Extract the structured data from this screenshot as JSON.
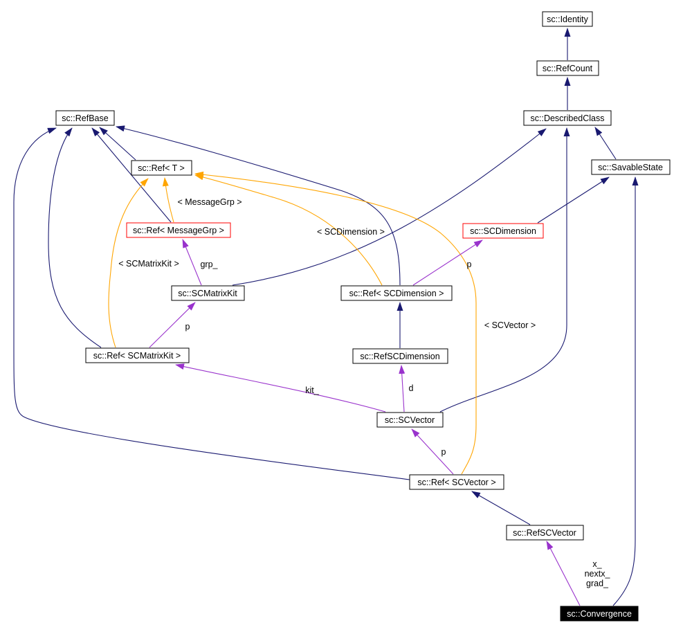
{
  "diagram": {
    "kind": "class-collaboration-graph",
    "focus_class": "sc::Convergence",
    "colors": {
      "inheritance_edge": "#191970",
      "usage_edge": "#9932cc",
      "template_instantiation_edge": "#ffa500",
      "node_border": "#000000",
      "truncated_node_border": "#ff0000",
      "focus_node_fill": "#000000",
      "focus_node_text": "#ffffff",
      "background": "#ffffff"
    },
    "nodes": {
      "refbase": {
        "label": "sc::RefBase",
        "style": "normal"
      },
      "identity": {
        "label": "sc::Identity",
        "style": "normal"
      },
      "refcount": {
        "label": "sc::RefCount",
        "style": "normal"
      },
      "describedclass": {
        "label": "sc::DescribedClass",
        "style": "normal"
      },
      "savablestate": {
        "label": "sc::SavableState",
        "style": "normal"
      },
      "ref_t": {
        "label": "sc::Ref< T >",
        "style": "normal"
      },
      "ref_messagegrp": {
        "label": "sc::Ref< MessageGrp >",
        "style": "truncated"
      },
      "scdimension": {
        "label": "sc::SCDimension",
        "style": "truncated"
      },
      "scmatrixkit": {
        "label": "sc::SCMatrixKit",
        "style": "normal"
      },
      "ref_scdimension": {
        "label": "sc::Ref< SCDimension >",
        "style": "normal"
      },
      "ref_scmatrixkit": {
        "label": "sc::Ref< SCMatrixKit >",
        "style": "normal"
      },
      "refscdimension": {
        "label": "sc::RefSCDimension",
        "style": "normal"
      },
      "scvector": {
        "label": "sc::SCVector",
        "style": "normal"
      },
      "ref_scvector": {
        "label": "sc::Ref< SCVector >",
        "style": "normal"
      },
      "refscvector": {
        "label": "sc::RefSCVector",
        "style": "normal"
      },
      "convergence": {
        "label": "sc::Convergence",
        "style": "focus"
      }
    },
    "edge_labels": {
      "template_messagegrp": "< MessageGrp >",
      "template_scdimension": "< SCDimension >",
      "template_scmatrixkit": "< SCMatrixKit >",
      "template_scvector": "< SCVector >",
      "grp": "grp_",
      "p": "p",
      "kit": "kit_",
      "d": "d",
      "member_lines": [
        "x_",
        "nextx_",
        "grad_"
      ]
    },
    "edges": [
      {
        "from": "sc::RefCount",
        "to": "sc::Identity",
        "type": "inheritance"
      },
      {
        "from": "sc::DescribedClass",
        "to": "sc::RefCount",
        "type": "inheritance"
      },
      {
        "from": "sc::SavableState",
        "to": "sc::DescribedClass",
        "type": "inheritance"
      },
      {
        "from": "sc::SCDimension",
        "to": "sc::SavableState",
        "type": "inheritance"
      },
      {
        "from": "sc::Convergence",
        "to": "sc::SavableState",
        "type": "inheritance"
      },
      {
        "from": "sc::SCVector",
        "to": "sc::DescribedClass",
        "type": "inheritance"
      },
      {
        "from": "sc::SCMatrixKit",
        "to": "sc::DescribedClass",
        "type": "inheritance"
      },
      {
        "from": "sc::Ref< T >",
        "to": "sc::RefBase",
        "type": "inheritance"
      },
      {
        "from": "sc::Ref< MessageGrp >",
        "to": "sc::RefBase",
        "type": "inheritance"
      },
      {
        "from": "sc::Ref< SCMatrixKit >",
        "to": "sc::RefBase",
        "type": "inheritance"
      },
      {
        "from": "sc::Ref< SCDimension >",
        "to": "sc::RefBase",
        "type": "inheritance"
      },
      {
        "from": "sc::Ref< SCVector >",
        "to": "sc::RefBase",
        "type": "inheritance"
      },
      {
        "from": "sc::RefSCDimension",
        "to": "sc::Ref< SCDimension >",
        "type": "inheritance"
      },
      {
        "from": "sc::RefSCVector",
        "to": "sc::Ref< SCVector >",
        "type": "inheritance"
      },
      {
        "from": "sc::Ref< MessageGrp >",
        "to": "sc::Ref< T >",
        "type": "template-instantiation",
        "label": "< MessageGrp >"
      },
      {
        "from": "sc::Ref< SCMatrixKit >",
        "to": "sc::Ref< T >",
        "type": "template-instantiation",
        "label": "< SCMatrixKit >"
      },
      {
        "from": "sc::Ref< SCDimension >",
        "to": "sc::Ref< T >",
        "type": "template-instantiation",
        "label": "< SCDimension >"
      },
      {
        "from": "sc::Ref< SCVector >",
        "to": "sc::Ref< T >",
        "type": "template-instantiation",
        "label": "< SCVector >"
      },
      {
        "from": "sc::SCMatrixKit",
        "to": "sc::Ref< MessageGrp >",
        "type": "usage",
        "label": "grp_"
      },
      {
        "from": "sc::Ref< SCMatrixKit >",
        "to": "sc::SCMatrixKit",
        "type": "usage",
        "label": "p"
      },
      {
        "from": "sc::Ref< SCDimension >",
        "to": "sc::SCDimension",
        "type": "usage",
        "label": "p"
      },
      {
        "from": "sc::SCVector",
        "to": "sc::Ref< SCMatrixKit >",
        "type": "usage",
        "label": "kit_"
      },
      {
        "from": "sc::SCVector",
        "to": "sc::RefSCDimension",
        "type": "usage",
        "label": "d"
      },
      {
        "from": "sc::Ref< SCVector >",
        "to": "sc::SCVector",
        "type": "usage",
        "label": "p"
      },
      {
        "from": "sc::Convergence",
        "to": "sc::RefSCVector",
        "type": "usage",
        "label": "x_ nextx_ grad_"
      }
    ]
  }
}
